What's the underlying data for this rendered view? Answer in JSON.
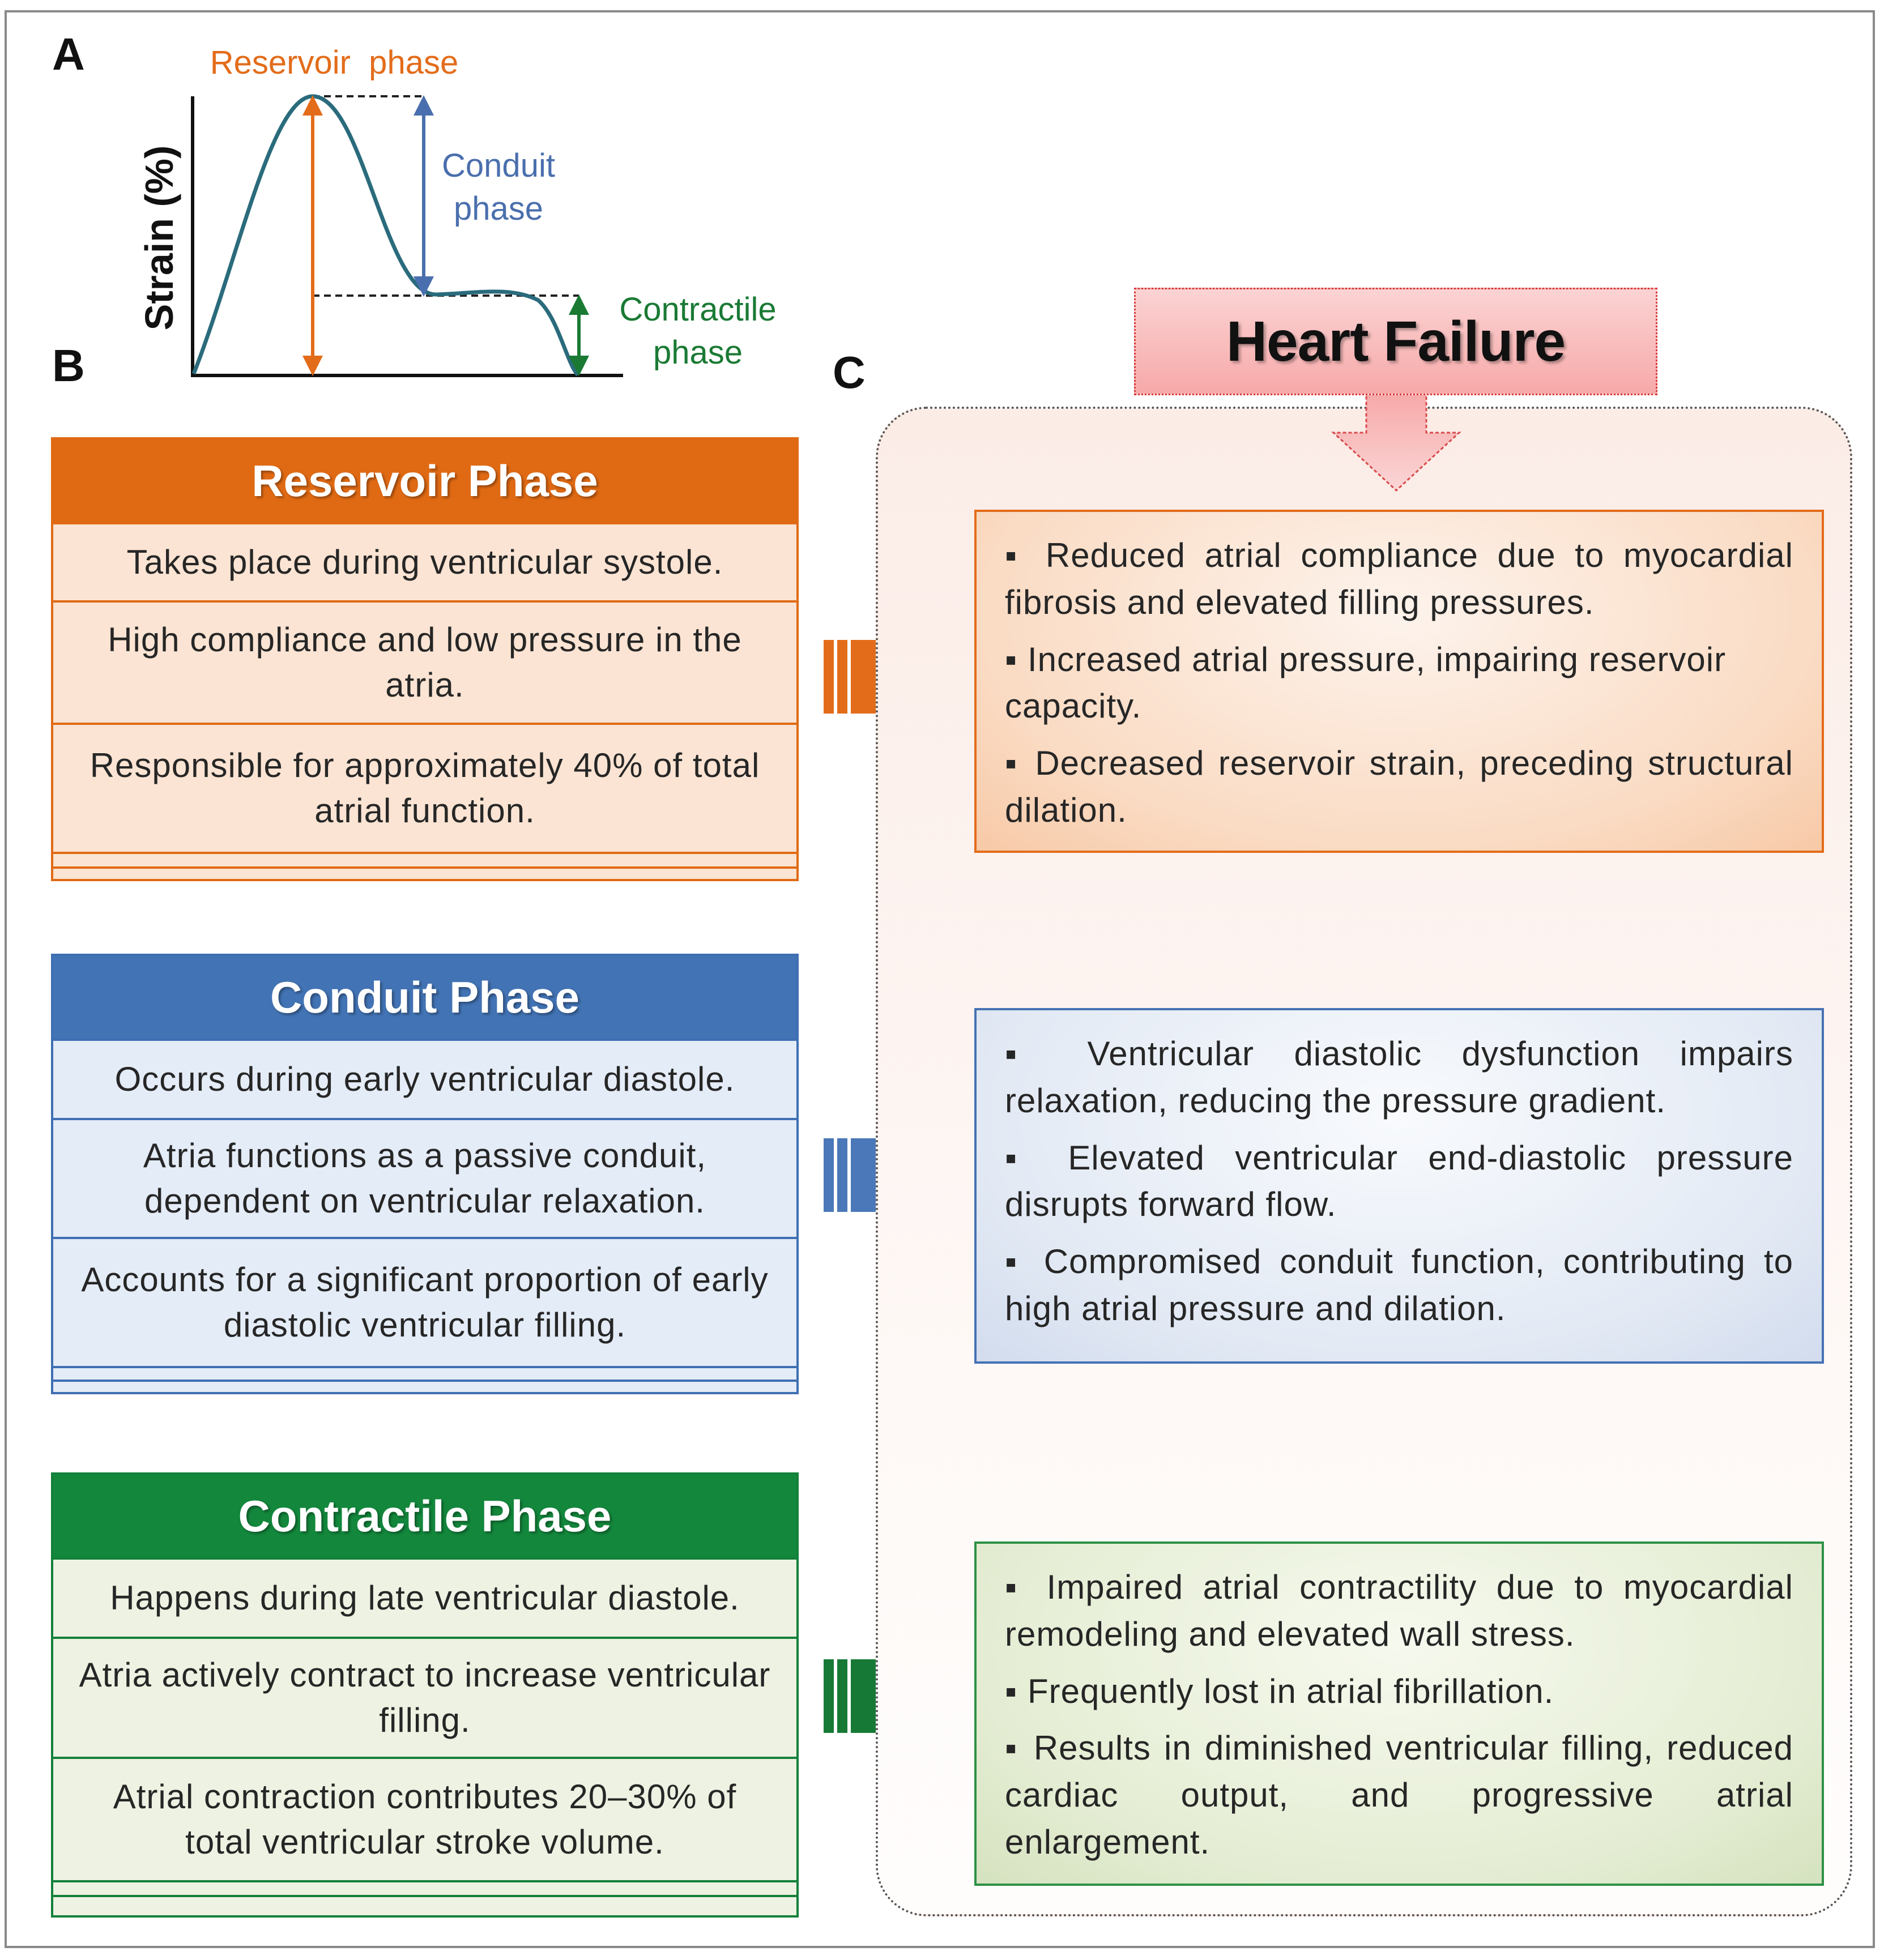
{
  "panel_labels": {
    "a": "A",
    "b": "B",
    "c": "C"
  },
  "strain_curve": {
    "ylabel": "Strain (%)",
    "reservoir_label": "Reservoir  phase",
    "conduit_label": [
      "Conduit",
      "phase"
    ],
    "contractile_label": [
      "Contractile",
      "phase"
    ]
  },
  "phases": [
    {
      "title": "Reservoir Phase",
      "items": [
        "Takes place during ventricular systole.",
        "High compliance and low pressure in the atria.",
        "Responsible for approximately 40% of total atrial function."
      ]
    },
    {
      "title": "Conduit Phase",
      "items": [
        "Occurs during early ventricular diastole.",
        "Atria functions as a passive conduit, dependent on ventricular relaxation.",
        "Accounts for a significant proportion of early diastolic ventricular filling."
      ]
    },
    {
      "title": "Contractile Phase",
      "items": [
        "Happens during late ventricular diastole.",
        "Atria actively contract to increase ventricular filling.",
        "Atrial contraction contributes 20–30% of total ventricular stroke volume."
      ]
    }
  ],
  "heart_failure": {
    "title": "Heart Failure",
    "effects": [
      [
        "▪ Reduced atrial compliance due to myocardial fibrosis and elevated filling pressures.",
        "▪  Increased atrial pressure, impairing reservoir capacity.",
        "▪  Decreased reservoir strain, preceding structural dilation."
      ],
      [
        "▪  Ventricular diastolic dysfunction impairs relaxation, reducing the pressure gradient.",
        "▪  Elevated ventricular end-diastolic pressure disrupts forward flow.",
        "▪  Compromised conduit function, contributing to high atrial pressure and dilation."
      ],
      [
        "▪ Impaired atrial contractility due to myocardial remodeling and elevated wall stress.",
        "▪ Frequently lost in atrial fibrillation.",
        "▪  Results in diminished ventricular filling, reduced cardiac output, and progressive atrial enlargement."
      ]
    ]
  },
  "colors": {
    "reservoir": "#e06a14",
    "conduit": "#4273b4",
    "contractile": "#13873c",
    "curve": "#2a6b7c"
  }
}
